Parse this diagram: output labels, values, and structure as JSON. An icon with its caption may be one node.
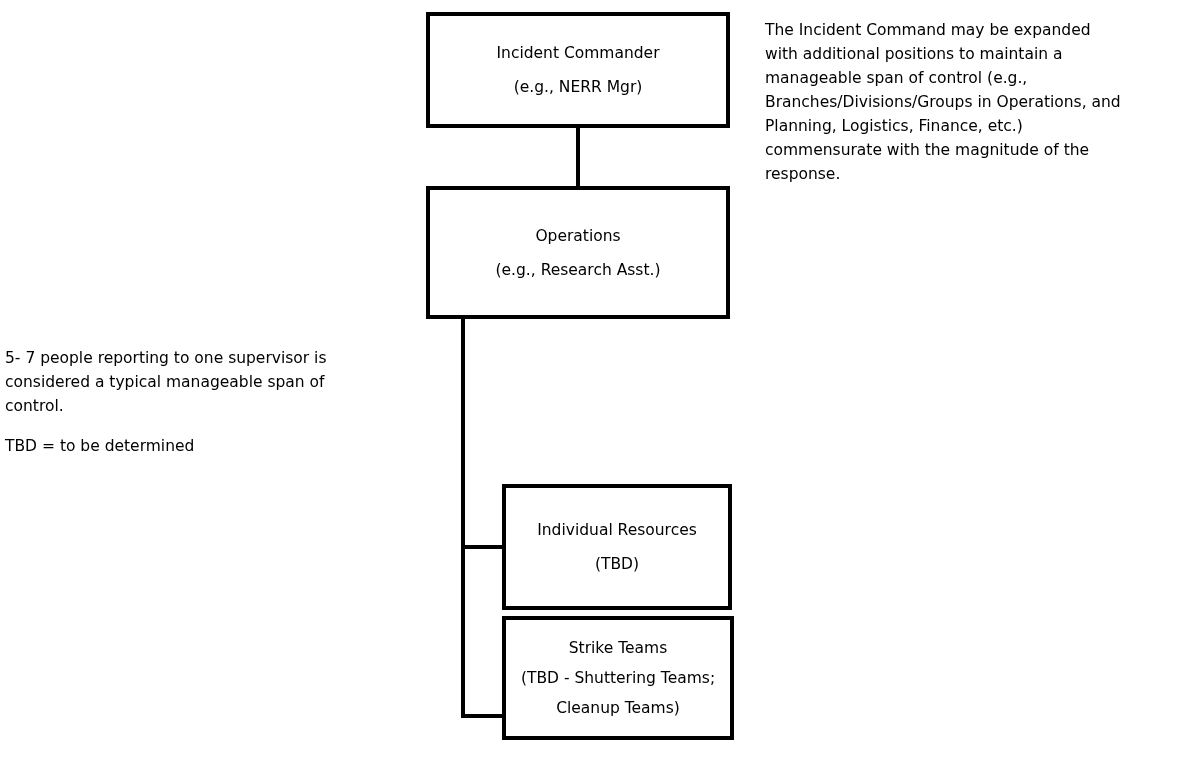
{
  "diagram": {
    "nodes": [
      {
        "text": [
          "Incident Commander",
          "(e.g., NERR Mgr)"
        ]
      },
      {
        "text": [
          "Operations",
          "(e.g., Research Asst.)"
        ]
      },
      {
        "text": [
          "Individual Resources",
          "(TBD)"
        ]
      },
      {
        "text": [
          "Strike Teams",
          "(TBD - Shuttering Teams; Cleanup Teams)"
        ]
      }
    ],
    "edges": [
      {
        "from": 0,
        "to": 1,
        "arrow": "none"
      },
      {
        "from": 1,
        "to": 2,
        "arrow": "none"
      },
      {
        "from": 1,
        "to": 3,
        "arrow": "none"
      }
    ],
    "labels": [
      "The Incident Command may be expanded with additional positions to maintain a manageable span of control (e.g., Branches/Divisions/Groups in Operations, and Planning, Logistics, Finance, etc.) commensurate with the magnitude of the response.",
      "5- 7 people reporting to one supervisor is considered a typical manageable span of control.",
      "TBD = to be determined"
    ]
  }
}
